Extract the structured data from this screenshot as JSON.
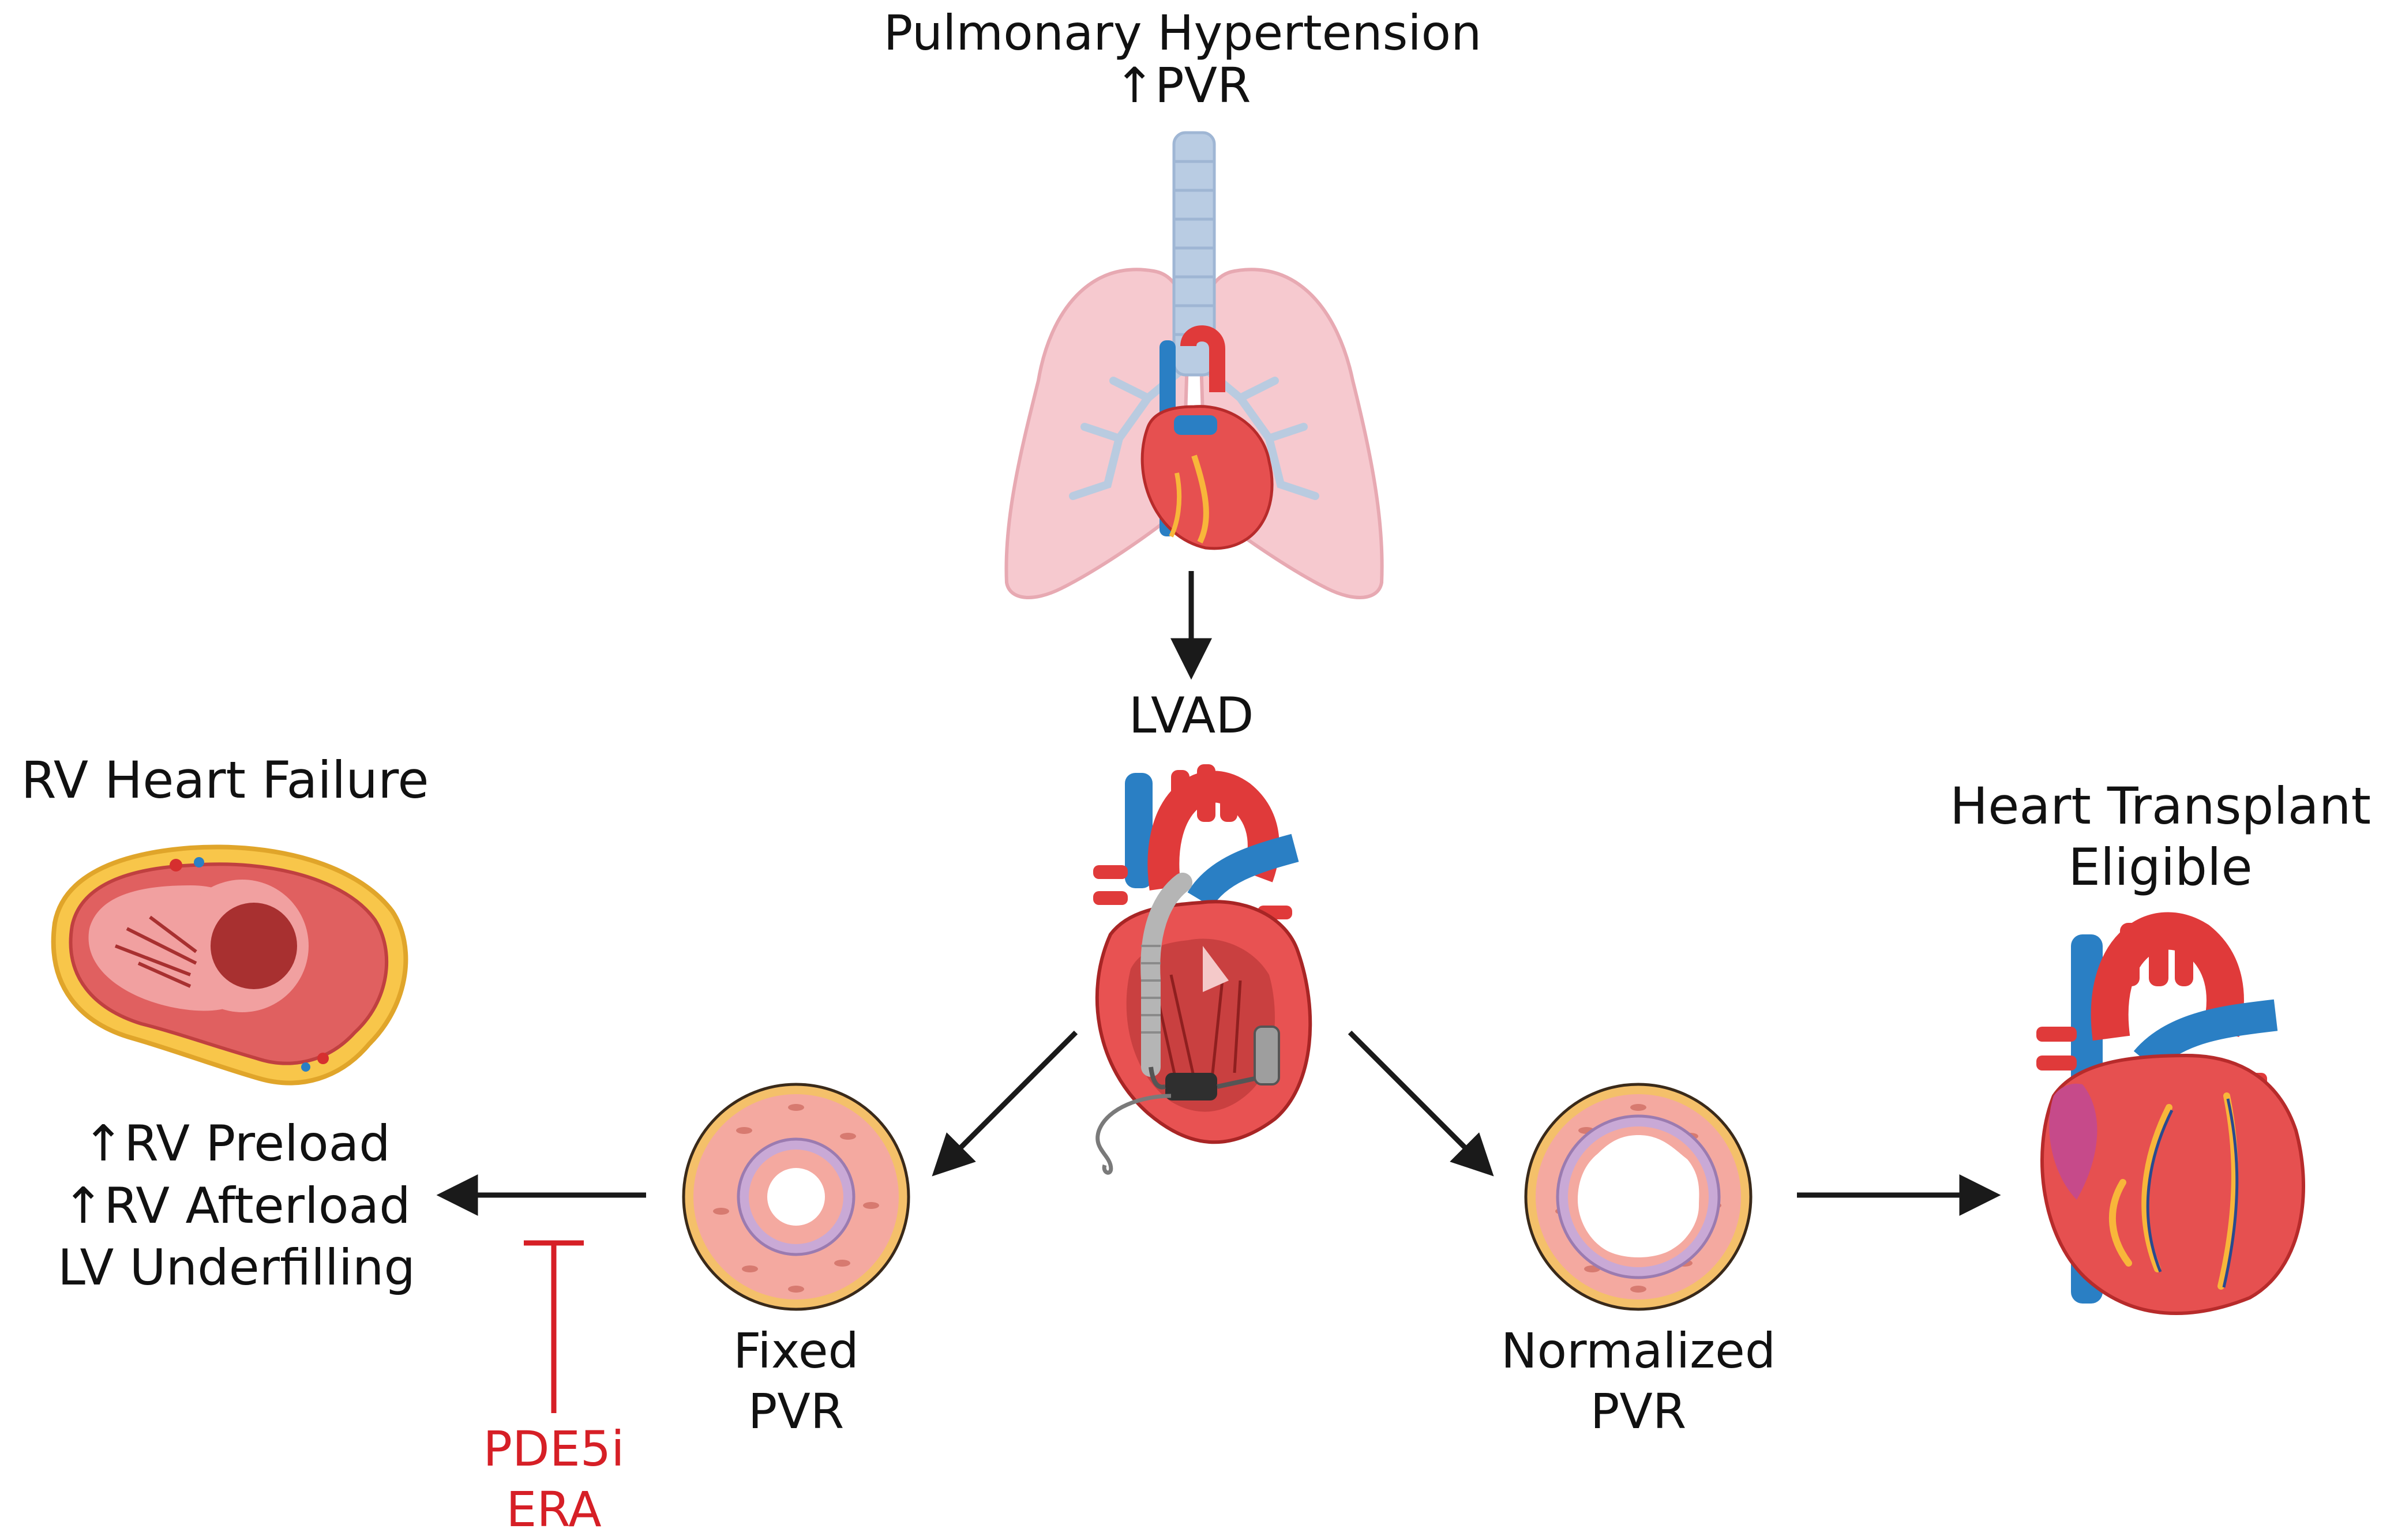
{
  "top": {
    "title": "Pulmonary Hypertension",
    "subtitle": "↑PVR"
  },
  "center": {
    "title": "LVAD"
  },
  "left": {
    "title": "RV Heart Failure",
    "effects": [
      "↑RV Preload",
      "↑RV Afterload",
      "LV Underfilling"
    ]
  },
  "fixed": {
    "line1": "Fixed",
    "line2": "PVR"
  },
  "normalized": {
    "line1": "Normalized",
    "line2": "PVR"
  },
  "right": {
    "line1": "Heart Transplant",
    "line2": "Eligible"
  },
  "inhibitor": {
    "line1": "PDE5i",
    "line2": "ERA"
  },
  "colors": {
    "arrow": "#1a1a1a",
    "inhibitor": "#d61f26",
    "artery_red": "#e03a3a",
    "vein_blue": "#2a7fc4",
    "lung_pink": "#f6c9cf",
    "vessel_wall": "#f4a9a0",
    "fat_yellow": "#f8c64a"
  },
  "icons": [
    "lungs-heart-icon",
    "lvad-heart-icon",
    "rv-cross-section-icon",
    "fixed-vessel-icon",
    "normalized-vessel-icon",
    "healthy-heart-icon"
  ]
}
